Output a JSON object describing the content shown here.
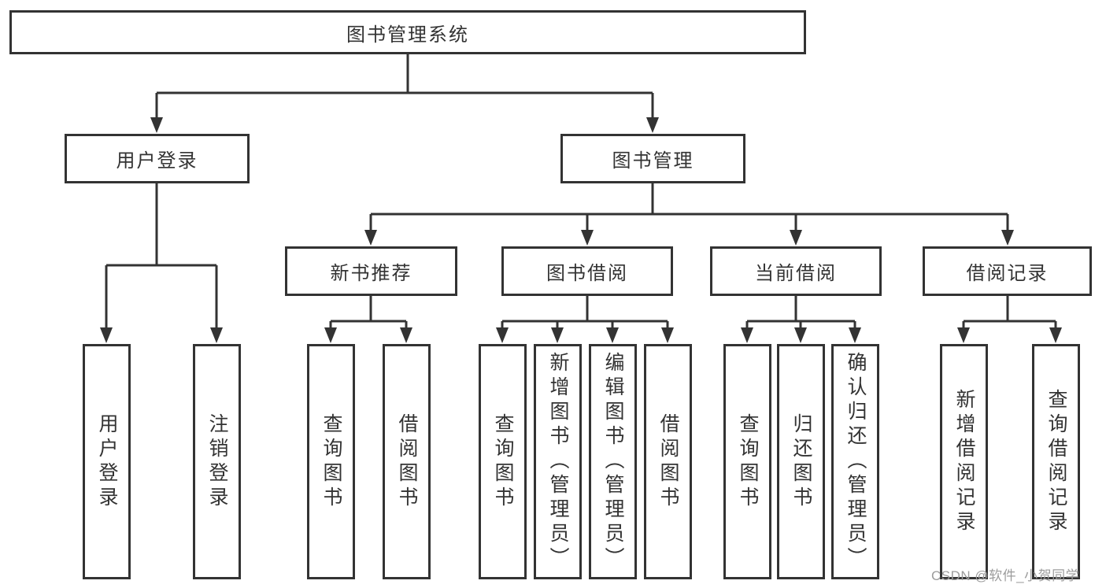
{
  "diagram": {
    "root": {
      "label": "图书管理系统"
    },
    "level2": [
      {
        "label": "用户登录"
      },
      {
        "label": "图书管理"
      }
    ],
    "level3": [
      {
        "label": "新书推荐"
      },
      {
        "label": "图书借阅"
      },
      {
        "label": "当前借阅"
      },
      {
        "label": "借阅记录"
      }
    ],
    "leaves": [
      {
        "label": "用户登录"
      },
      {
        "label": "注销登录"
      },
      {
        "label": "查询图书"
      },
      {
        "label": "借阅图书"
      },
      {
        "label": "查询图书"
      },
      {
        "label": "新增图书（管理员）"
      },
      {
        "label": "编辑图书（管理员）"
      },
      {
        "label": "借阅图书"
      },
      {
        "label": "查询图书"
      },
      {
        "label": "归还图书"
      },
      {
        "label": "确认归还（管理员）"
      },
      {
        "label": "新增借阅记录"
      },
      {
        "label": "查询借阅记录"
      }
    ],
    "watermark": "CSDN @软件_小贺同学",
    "colors": {
      "line": "#333333",
      "text": "#333333",
      "watermark": "#9c9c9c",
      "background": "#ffffff"
    }
  }
}
